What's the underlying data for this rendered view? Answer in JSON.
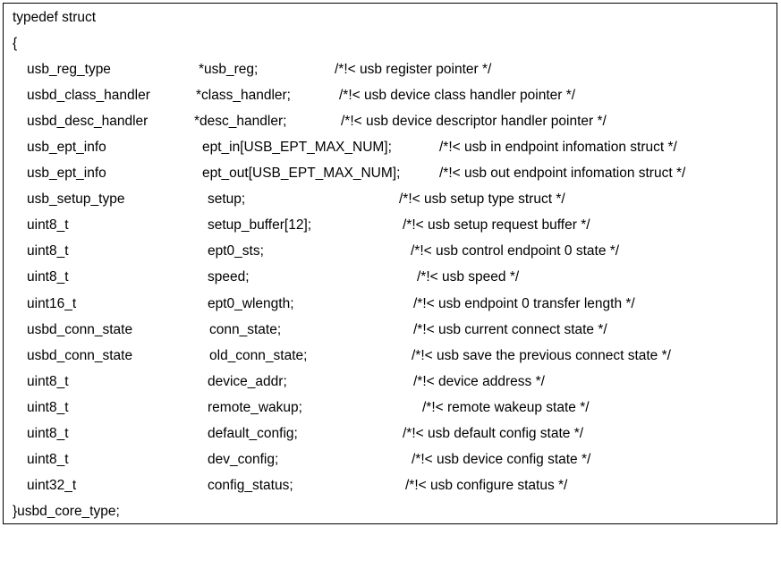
{
  "document": {
    "open_line": "typedef struct",
    "open_brace": "{",
    "fields": [
      {
        "type": "usb_reg_type",
        "name": "*usb_reg;",
        "comment": "/*!< usb register pointer */"
      },
      {
        "type": "usbd_class_handler",
        "name": "*class_handler;",
        "comment": "/*!< usb device class handler pointer */"
      },
      {
        "type": "usbd_desc_handler",
        "name": "*desc_handler;",
        "comment": "/*!< usb device descriptor handler pointer */"
      },
      {
        "type": "usb_ept_info",
        "name": "ept_in[USB_EPT_MAX_NUM];",
        "comment": "/*!< usb in endpoint infomation struct */"
      },
      {
        "type": "usb_ept_info",
        "name": "ept_out[USB_EPT_MAX_NUM];",
        "comment": "/*!< usb out endpoint infomation struct */"
      },
      {
        "type": "usb_setup_type",
        "name": "setup;",
        "comment": "/*!< usb setup type struct */"
      },
      {
        "type": "uint8_t",
        "name": "setup_buffer[12];",
        "comment": "/*!< usb setup request buffer */"
      },
      {
        "type": "uint8_t",
        "name": "ept0_sts;",
        "comment": "/*!< usb control endpoint 0 state */"
      },
      {
        "type": "uint8_t",
        "name": "speed;",
        "comment": "/*!< usb speed */"
      },
      {
        "type": "uint16_t",
        "name": "ept0_wlength;",
        "comment": "/*!< usb endpoint 0 transfer length */"
      },
      {
        "type": "usbd_conn_state",
        "name": "conn_state;",
        "comment": "/*!< usb current connect state */"
      },
      {
        "type": "usbd_conn_state",
        "name": "old_conn_state;",
        "comment": "/*!< usb save the previous connect state */"
      },
      {
        "type": "uint8_t",
        "name": "device_addr;",
        "comment": "/*!< device address */"
      },
      {
        "type": "uint8_t",
        "name": "remote_wakup;",
        "comment": "/*!< remote wakeup state */"
      },
      {
        "type": "uint8_t",
        "name": "default_config;",
        "comment": "/*!< usb default config state */"
      },
      {
        "type": "uint8_t",
        "name": "dev_config;",
        "comment": "/*!< usb device config state */"
      },
      {
        "type": "uint32_t",
        "name": "config_status;",
        "comment": "/*!< usb configure status */"
      }
    ],
    "close_line": "}usbd_core_type;"
  }
}
